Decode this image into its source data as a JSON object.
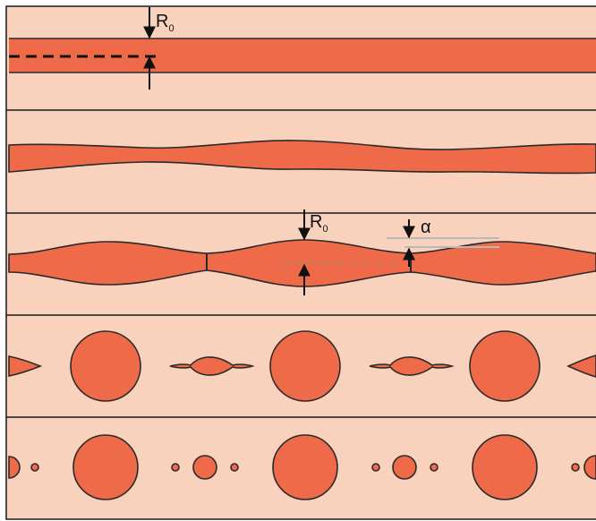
{
  "figure": {
    "colors": {
      "background": "#f9d2bd",
      "fluid": "#ee6a48",
      "outline": "#2a2a2a",
      "reference_line": "#b9b9b9",
      "panel_border": "#1a1a1a"
    },
    "panels": [
      {
        "id": "panel-1",
        "stage": "uniform-cylinder"
      },
      {
        "id": "panel-2",
        "stage": "small-perturbation"
      },
      {
        "id": "panel-3",
        "stage": "growing-perturbation"
      },
      {
        "id": "panel-4",
        "stage": "breakup-into-drops"
      },
      {
        "id": "panel-5",
        "stage": "main-and-satellite-drops"
      }
    ],
    "labels": {
      "radius_top": {
        "main": "R",
        "sub": "0"
      },
      "radius_mid": {
        "main": "R",
        "sub": "0"
      },
      "amplitude": "α"
    }
  }
}
